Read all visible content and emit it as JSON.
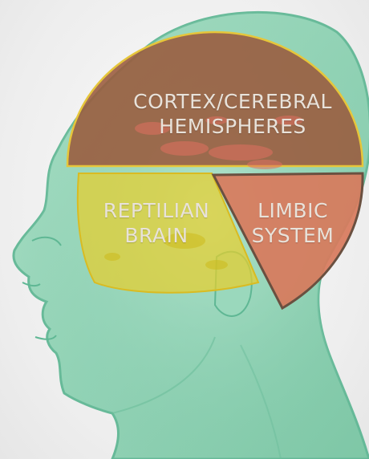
{
  "regions": {
    "cortex": {
      "lines": [
        "CORTEX/CEREBRAL",
        "HEMISPHERES"
      ],
      "fill": "#9a5a3c",
      "stroke": "#e6c63a"
    },
    "reptilian": {
      "lines": [
        "REPTILIAN",
        "BRAIN"
      ],
      "fill": "#e6cf2e",
      "stroke": "#d9bb22"
    },
    "limbic": {
      "lines": [
        "LIMBIC",
        "SYSTEM"
      ],
      "fill": "#d87a5c",
      "stroke": "#6a5040"
    }
  },
  "colors": {
    "head": "#8fd2b4",
    "head_dark": "#5fb794",
    "brain_texture": "#e07060"
  }
}
